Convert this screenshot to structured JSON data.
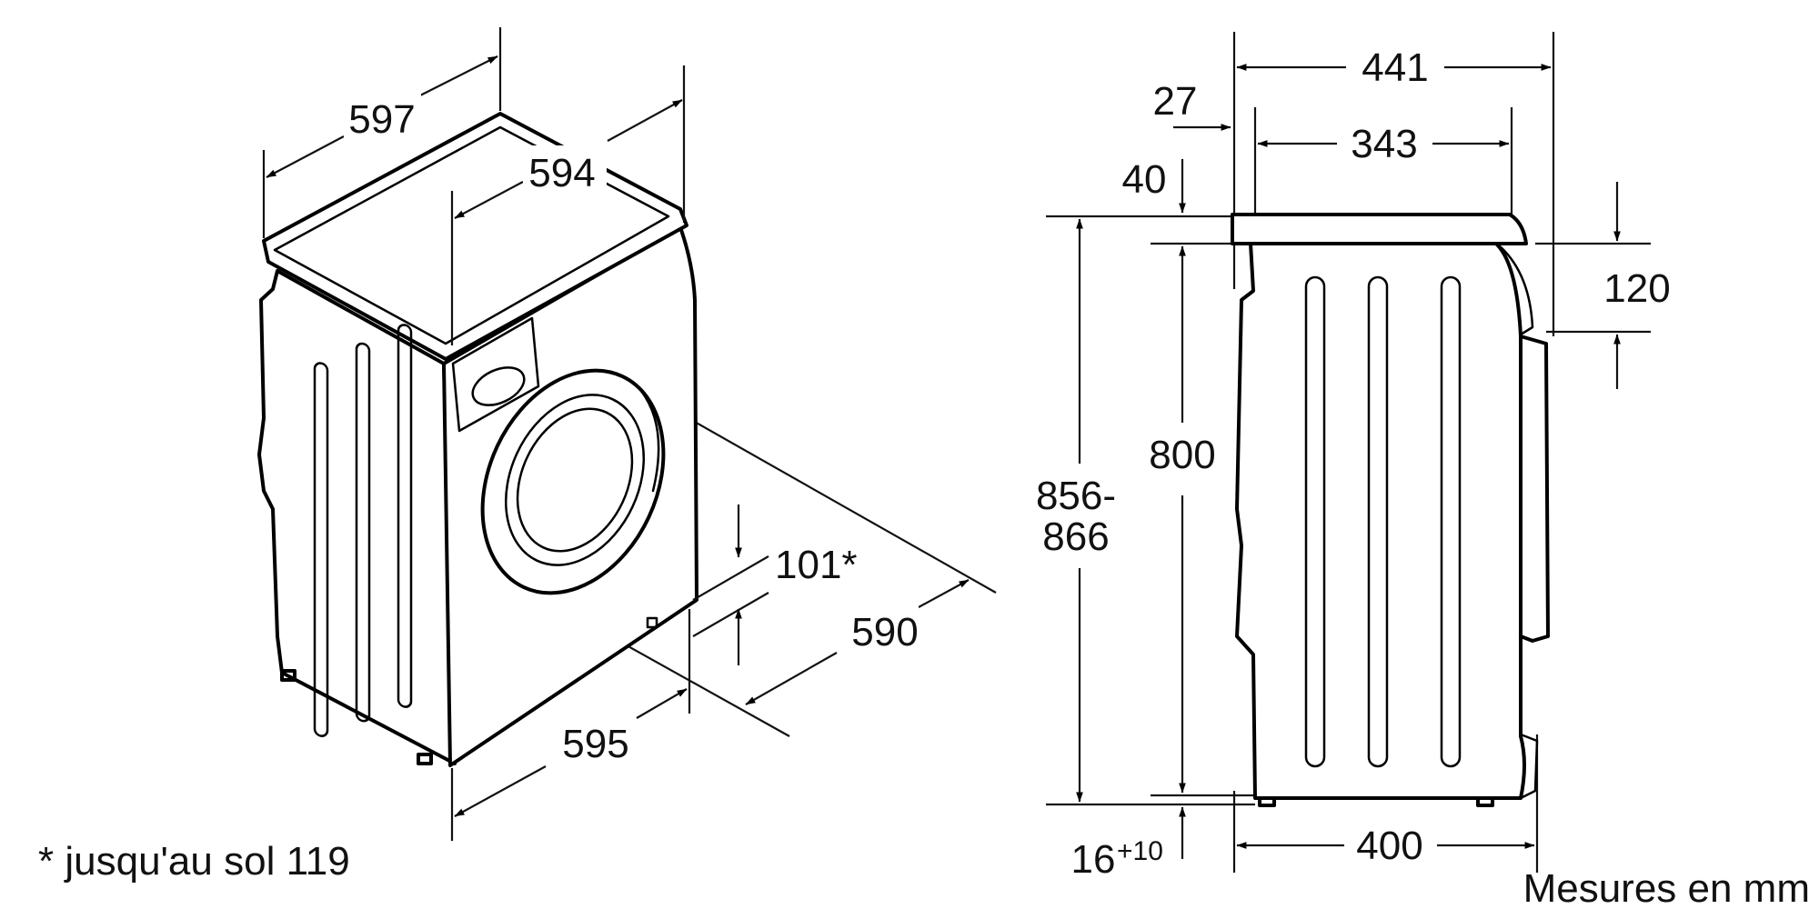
{
  "diagram": {
    "dimensions": {
      "width_top": "597",
      "depth_top": "594",
      "front_depth": "595",
      "door_open_depth": "590",
      "foot_gap": "101*",
      "total_depth": "441",
      "body_depth": "343",
      "offset_27": "27",
      "worktop_40": "40",
      "door_offset": "120",
      "body_height": "800",
      "total_height_line1": "856-",
      "total_height_line2": "866",
      "feet_height": "16",
      "feet_height_sup": "+10",
      "base_depth": "400"
    },
    "footnote": "* jusqu'au sol 119",
    "units_note": "Mesures en mm"
  }
}
